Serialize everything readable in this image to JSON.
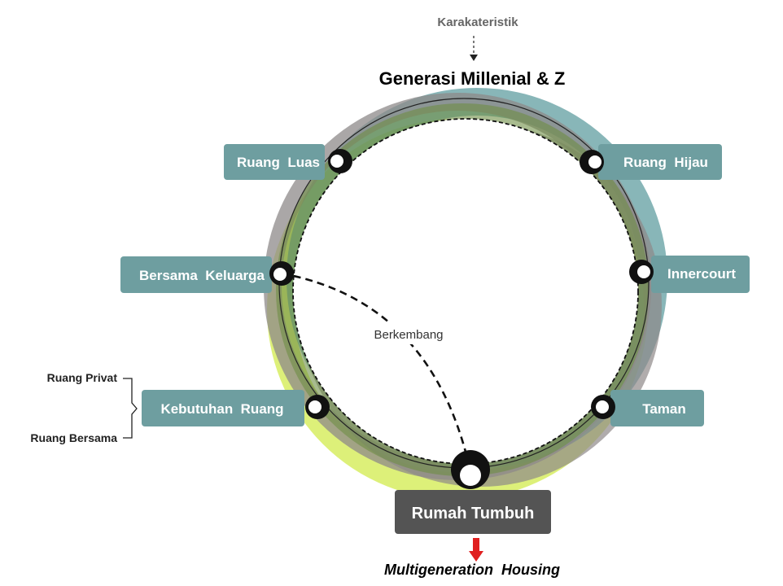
{
  "header": {
    "karakteristik": "Karakateristik",
    "title": "Generasi Millenial & Z"
  },
  "nodes": {
    "ruang_luas": "Ruang  Luas",
    "ruang_hijau": "Ruang  Hijau",
    "bersama_keluarga": "Bersama  Keluarga",
    "innercourt": "Innercourt",
    "kebutuhan_ruang": "Kebutuhan  Ruang",
    "taman": "Taman"
  },
  "bracket": {
    "top": "Ruang Privat",
    "bottom": "Ruang Bersama"
  },
  "center": {
    "berkembang": "Berkembang"
  },
  "bottom": {
    "rumah_tumbuh": "Rumah Tumbuh",
    "multigeneration": "Multigeneration  Housing"
  },
  "colors": {
    "box": "#6E9EA0",
    "dark_box": "#545454",
    "teal_ring": "#5A9A9D",
    "gray_ring": "#8E8989",
    "olive_ring": "#6E8E45",
    "lime_ring": "#D9EE6A",
    "arrow_red": "#E02020"
  }
}
